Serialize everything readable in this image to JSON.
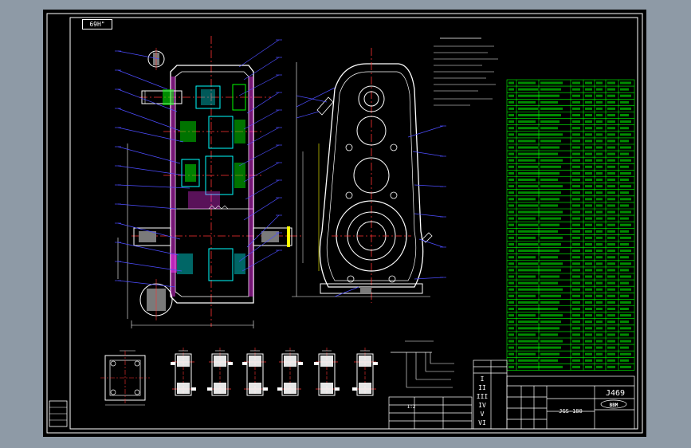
{
  "drawing": {
    "top_left_tag": "69H\"",
    "title_block_code": "J469",
    "model_text": "JGS-180",
    "company_logo_text": "BBM",
    "sheet_number": "1:2"
  },
  "colors": {
    "background": "#000000",
    "frame": "#ffffff",
    "parts_list": "#00ff00",
    "leaders": "#4d4dff",
    "centerlines": "#ff3333",
    "section_hatch": "#ff33ff",
    "components": "#00ffff",
    "dimensions": "#ffff00"
  },
  "roman_numerals": [
    "I",
    "II",
    "III",
    "IV",
    "V",
    "VI"
  ]
}
